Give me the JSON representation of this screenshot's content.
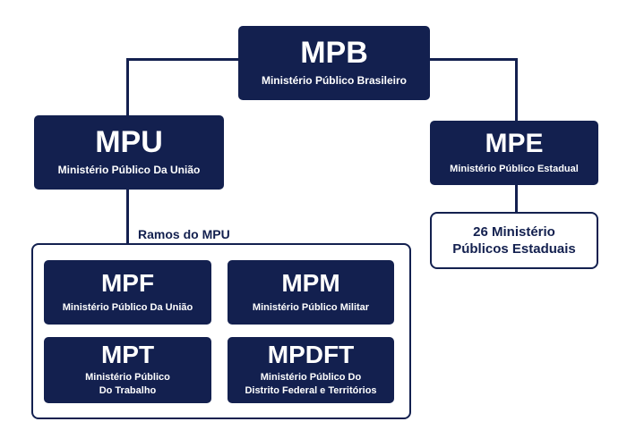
{
  "top": {
    "abbr": "MPB",
    "full": "Ministério Público Brasileiro"
  },
  "left": {
    "abbr": "MPU",
    "full": "Ministério Público Da União"
  },
  "right": {
    "abbr": "MPE",
    "full": "Ministério Público Estadual"
  },
  "right_child": {
    "text": "26 Ministério\nPúblicos Estaduais"
  },
  "ramos": {
    "title": "Ramos do MPU",
    "items": [
      {
        "abbr": "MPF",
        "full": "Ministério Público Da União"
      },
      {
        "abbr": "MPM",
        "full": "Ministério Público Militar"
      },
      {
        "abbr": "MPT",
        "full": "Ministério Público\nDo Trabalho"
      },
      {
        "abbr": "MPDFT",
        "full": "Ministério Público Do\nDistrito Federal e Territórios"
      }
    ]
  },
  "colors": {
    "navy": "#13204f",
    "background": "#ffffff"
  }
}
